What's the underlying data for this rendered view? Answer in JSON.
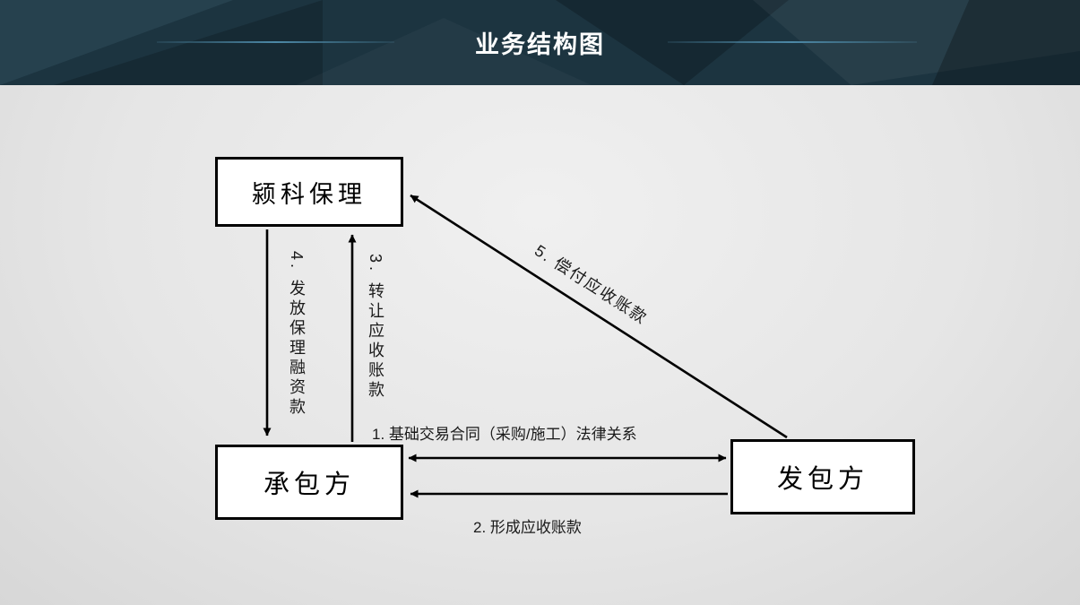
{
  "header": {
    "title": "业务结构图"
  },
  "nodes": {
    "factoring": {
      "label": "颍科保理"
    },
    "contractor": {
      "label": "承包方"
    },
    "employer": {
      "label": "发包方"
    }
  },
  "edges": {
    "e1": {
      "label": "1. 基础交易合同（采购/施工）法律关系"
    },
    "e2": {
      "label": "2. 形成应收账款"
    },
    "e3": {
      "label": "3. 转让应收账款"
    },
    "e4": {
      "label": "4. 发放保理融资款"
    },
    "e5": {
      "label": "5. 偿付应收账款"
    }
  },
  "colors": {
    "header_background": "#1c3440",
    "title_rule": "#4c88a6",
    "arrow": "#000000",
    "node_border": "#000000",
    "node_fill": "#ffffff",
    "canvas_background": "#e6e6e6"
  }
}
